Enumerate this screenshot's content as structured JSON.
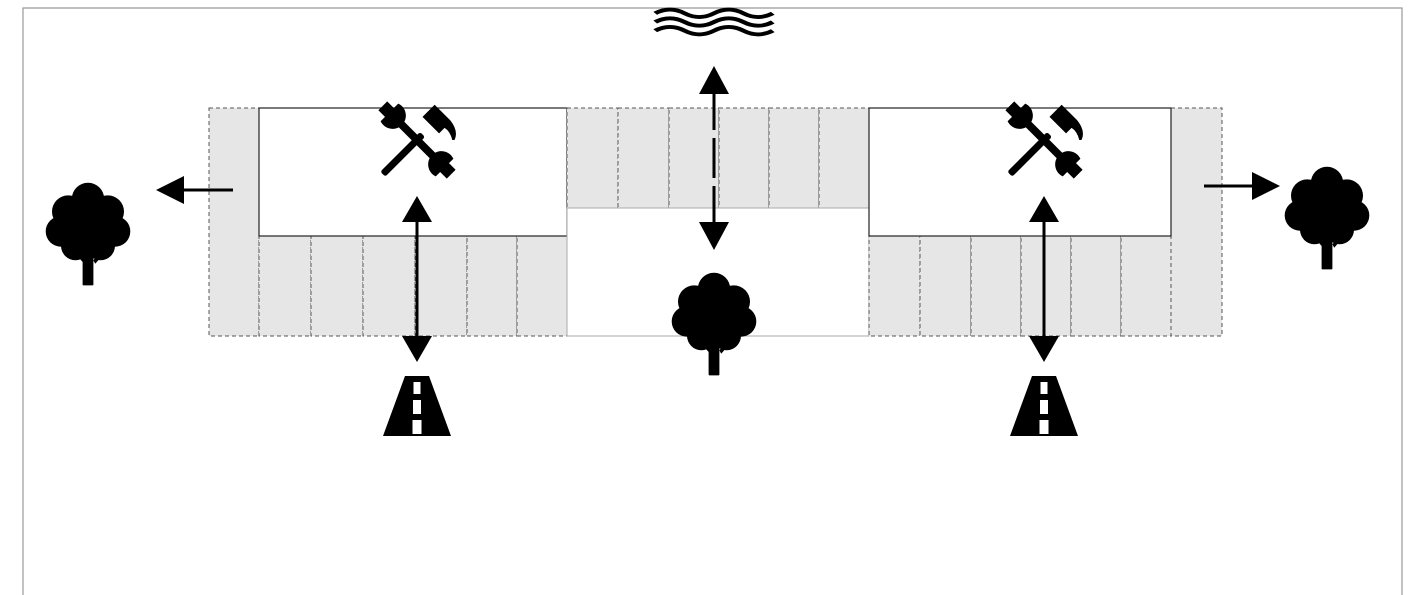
{
  "diagram": {
    "colors": {
      "plot_fill": "#e6e6e6",
      "plot_stroke": "#555555",
      "building_fill": "#ffffff",
      "icon_ink": "#000000"
    },
    "icons": {
      "building_left": "tools-icon",
      "building_right": "tools-icon",
      "top": "water-icon",
      "far_left": "tree-icon",
      "far_right": "tree-icon",
      "center": "tree-icon",
      "road_left": "road-icon",
      "road_right": "road-icon"
    },
    "links": [
      {
        "from": "building-left",
        "to": "tree-far-left",
        "direction": "one-way"
      },
      {
        "from": "building-left",
        "to": "road-left",
        "direction": "two-way"
      },
      {
        "from": "water",
        "to": "tree-center",
        "direction": "two-way"
      },
      {
        "from": "building-right",
        "to": "road-right",
        "direction": "two-way"
      },
      {
        "from": "building-right",
        "to": "tree-far-right",
        "direction": "one-way"
      }
    ]
  }
}
